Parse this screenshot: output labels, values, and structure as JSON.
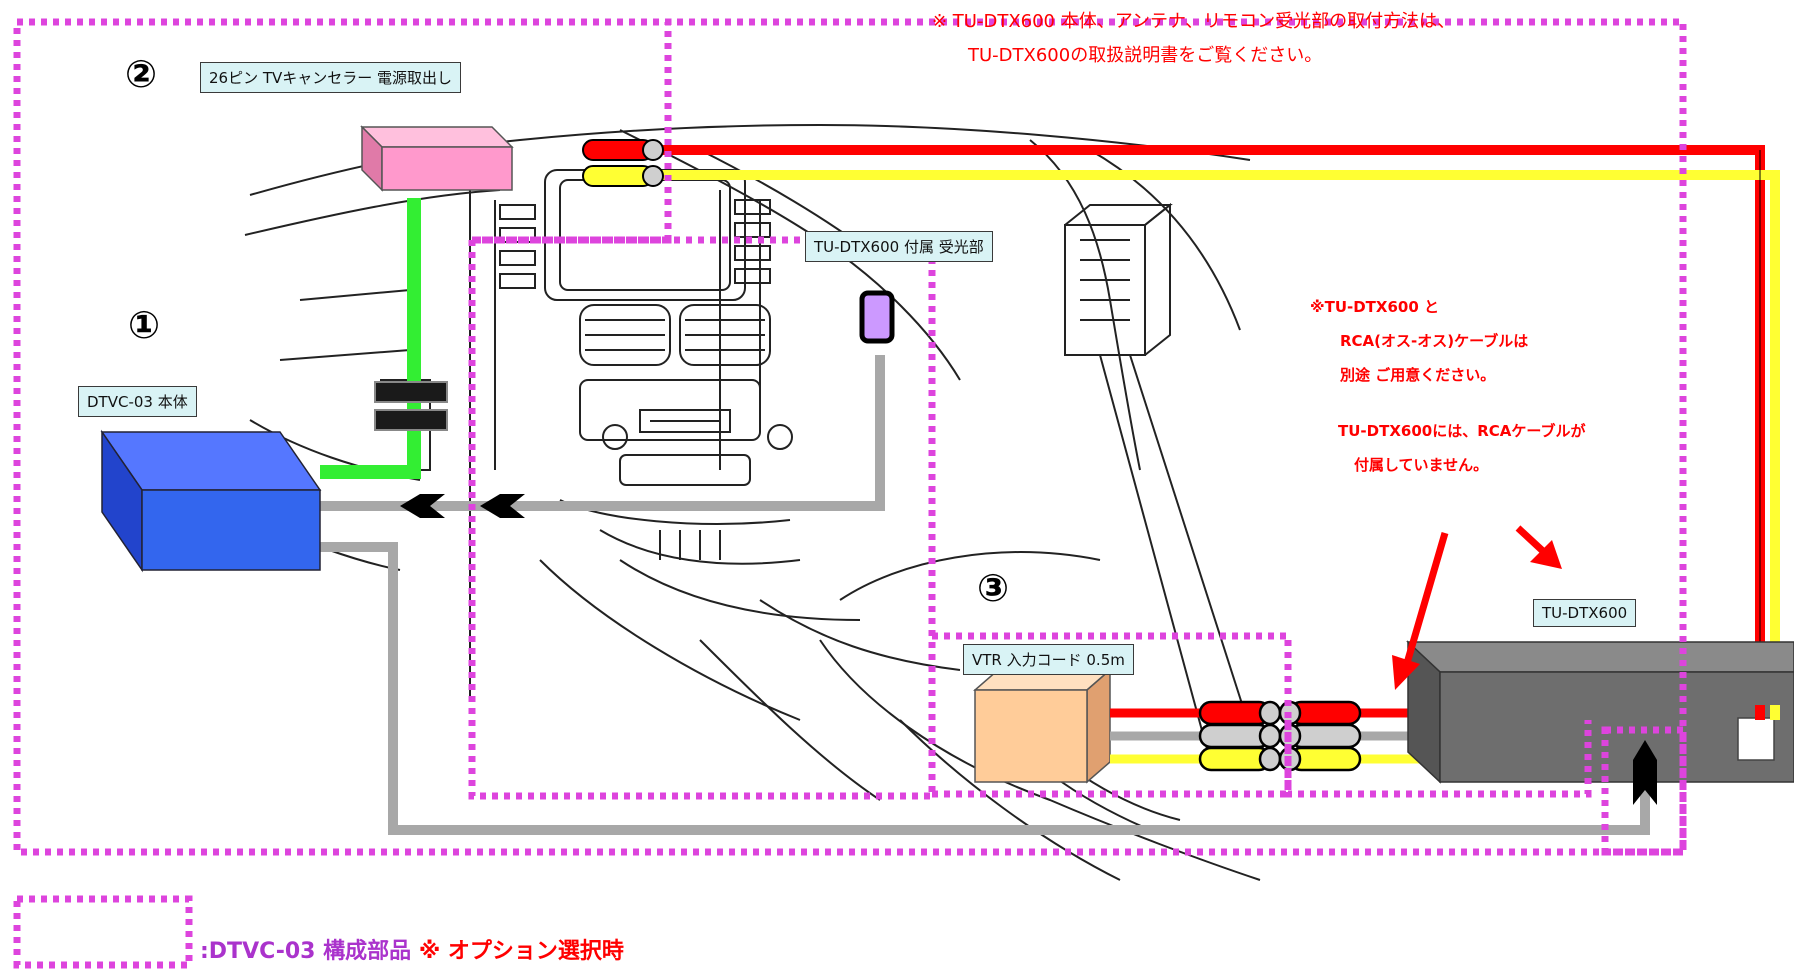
{
  "numbers": {
    "one": "①",
    "two": "②",
    "three": "③"
  },
  "labels": {
    "canceller": "26ピン TVキャンセラー 電源取出し",
    "main_unit": "DTVC-03 本体",
    "receiver": "TU-DTX600 付属 受光部",
    "vtr_cord": "VTR 入力コード 0.5m",
    "tuner": "TU-DTX600"
  },
  "top_note": {
    "line1": "※ TU-DTX600 本体、アンテナ、リモコン受光部の取付方法は、",
    "line2": "TU-DTX600の取扱説明書をご覧ください。"
  },
  "side_note": {
    "line1": "※TU-DTX600 と",
    "line2": "RCA(オス-オス)ケーブルは",
    "line3": "別途 ご用意ください。",
    "line4": "TU-DTX600には、RCAケーブルが",
    "line5": "付属していません。"
  },
  "legend": {
    "part1": ":DTVC-03 構成部品",
    "part2": " ※ オプション選択時"
  },
  "colors": {
    "dotted_border": "#dd44dd",
    "wire_red": "#ff0000",
    "wire_yellow": "#ffff33",
    "wire_green": "#33ee33",
    "wire_gray": "#a8a8a8",
    "main_unit": "#3366ee",
    "canceller": "#ff99cc",
    "vtr_box": "#ffcc99",
    "note_red": "#ff0000",
    "legend_purple": "#aa33cc"
  }
}
